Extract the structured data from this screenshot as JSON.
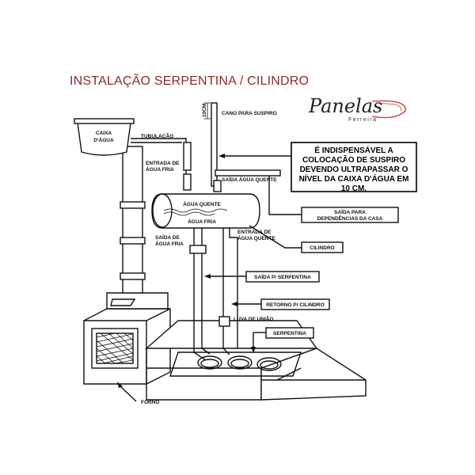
{
  "title": "INSTALAÇÃO SERPENTINA / CILINDRO",
  "logo": {
    "name": "Panelas",
    "sub": "Ferreira",
    "accent": "#c0392b"
  },
  "notice": {
    "line1": "É INDISPENSÁVEL A",
    "line2": "COLOCAÇÃO DE SUSPIRO",
    "line3": "DEVENDO ULTRAPASSAR O",
    "line4": "NÍVEL DA CAIXA D'ÁGUA EM",
    "line5": "10 CM."
  },
  "labels": {
    "cano_suspiro": "CANO PARA SUSPIRO",
    "dim_10cm": "10CM",
    "caixa_agua_1": "CAIXA",
    "caixa_agua_2": "D'ÁGUA",
    "tubulacao": "TUBULAÇÃO",
    "entrada_fria_1": "ENTRADA DE",
    "entrada_fria_2": "ÁGUA FRIA",
    "saida_quente": "SAÍDA ÁGUA QUENTE",
    "agua_quente": "ÁGUA QUENTE",
    "agua_fria": "ÁGUA FRIA",
    "saida_dependencias_1": "SAÍDA PARA",
    "saida_dependencias_2": "DEPENDÊNCIAS DA CASA",
    "entrada_quente_1": "ENTRADA DE",
    "entrada_quente_2": "ÁGUA QUENTE",
    "saida_fria_1": "SAÍDA DE",
    "saida_fria_2": "ÁGUA FRIA",
    "cilindro": "CILINDRO",
    "saida_serpentina": "SAÍDA P/ SERPENTINA",
    "retorno_cilindro": "RETORNO P/ CILINDRO",
    "luva_uniao": "LUVA DE UNIÃO",
    "serpentina": "SERPENTINA",
    "forno": "FORNO"
  }
}
